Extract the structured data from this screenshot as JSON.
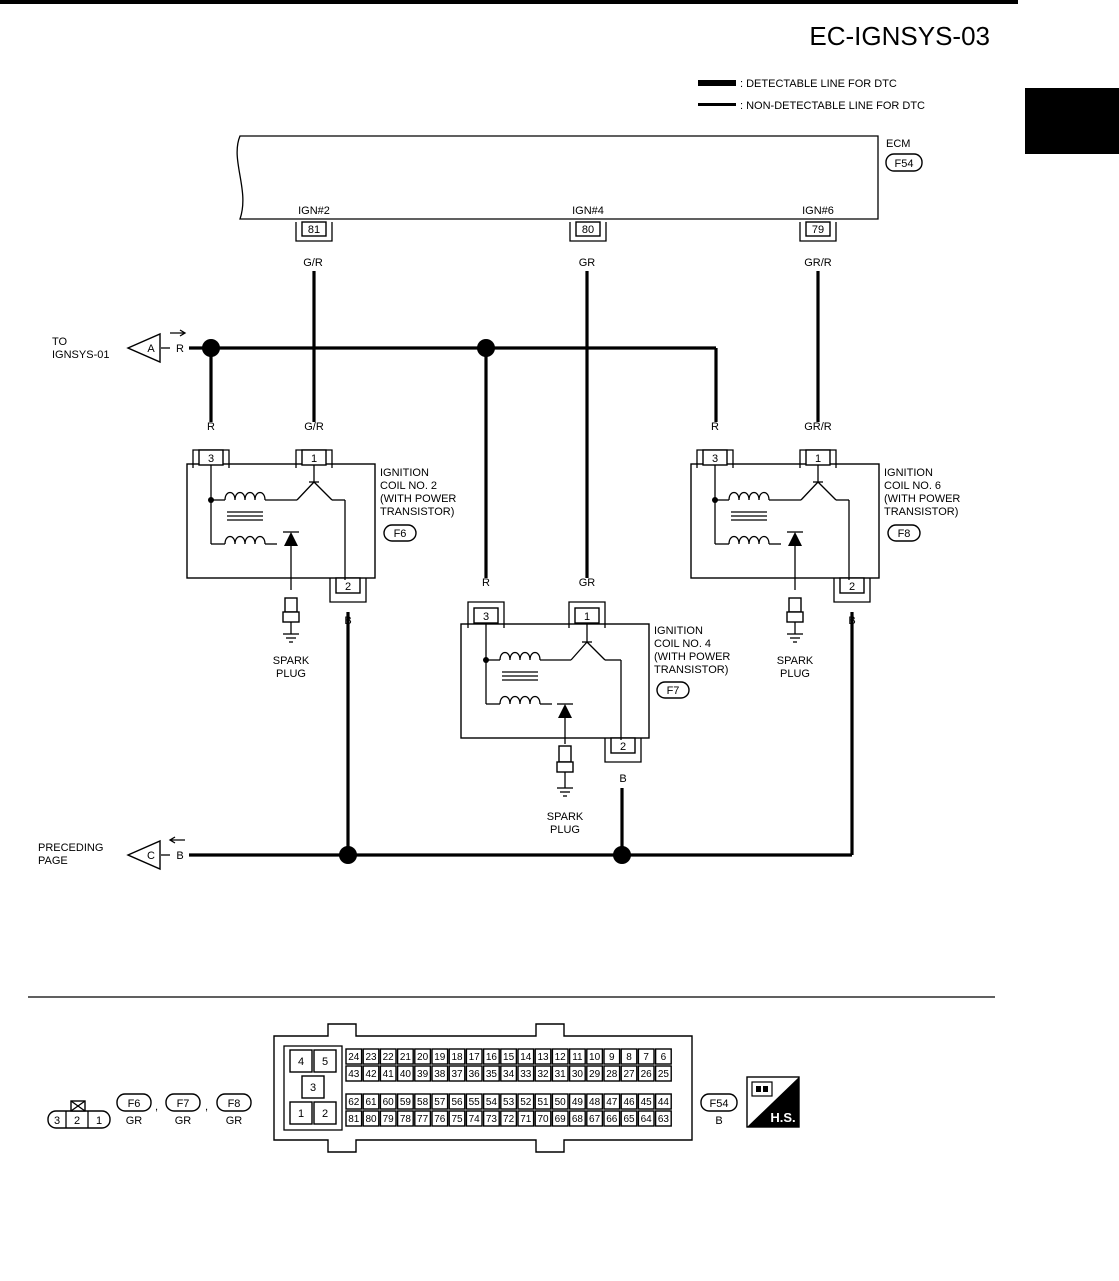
{
  "page": {
    "code": "EC-IGNSYS-03"
  },
  "legend": {
    "detectable": ": DETECTABLE LINE FOR DTC",
    "non_detectable": ": NON-DETECTABLE LINE FOR DTC"
  },
  "ecm": {
    "label": "ECM",
    "connector": "F54",
    "pins": [
      {
        "signal": "IGN#2",
        "pin": "81",
        "wire_color": "G/R"
      },
      {
        "signal": "IGN#4",
        "pin": "80",
        "wire_color": "GR"
      },
      {
        "signal": "IGN#6",
        "pin": "79",
        "wire_color": "GR/R"
      }
    ]
  },
  "offpage": {
    "a": {
      "letter": "A",
      "wire_color": "R",
      "text_line1": "TO",
      "text_line2": "IGNSYS-01"
    },
    "c": {
      "letter": "C",
      "wire_color": "B",
      "text_line1": "PRECEDING",
      "text_line2": "PAGE"
    }
  },
  "coils": [
    {
      "line1": "IGNITION",
      "line2": "COIL NO. 2",
      "line3": "(WITH POWER",
      "line4": "TRANSISTOR)",
      "connector": "F6",
      "pin3": "3",
      "pin1": "1",
      "pin2": "2",
      "wire3": "R",
      "wire1": "G/R",
      "wire2": "B"
    },
    {
      "line1": "IGNITION",
      "line2": "COIL NO. 4",
      "line3": "(WITH POWER",
      "line4": "TRANSISTOR)",
      "connector": "F7",
      "pin3": "3",
      "pin1": "1",
      "pin2": "2",
      "wire3": "R",
      "wire1": "GR",
      "wire2": "B"
    },
    {
      "line1": "IGNITION",
      "line2": "COIL NO. 6",
      "line3": "(WITH POWER",
      "line4": "TRANSISTOR)",
      "connector": "F8",
      "pin3": "3",
      "pin1": "1",
      "pin2": "2",
      "wire3": "R",
      "wire1": "GR/R",
      "wire2": "B"
    }
  ],
  "spark_plug": {
    "line1": "SPARK",
    "line2": "PLUG"
  },
  "connectors_footer": {
    "coil_pins": [
      "3",
      "2",
      "1"
    ],
    "coil_connectors": [
      {
        "id": "F6",
        "color": "GR"
      },
      {
        "id": "F7",
        "color": "GR"
      },
      {
        "id": "F8",
        "color": "GR"
      }
    ],
    "separator": ",",
    "ecm_connector": {
      "id": "F54",
      "color": "B"
    },
    "ecm_left_pins": [
      "4",
      "5",
      "3",
      "1",
      "2"
    ],
    "ecm_rows": [
      [
        "24",
        "23",
        "22",
        "21",
        "20",
        "19",
        "18",
        "17",
        "16",
        "15",
        "14",
        "13",
        "12",
        "11",
        "10",
        "9",
        "8",
        "7",
        "6"
      ],
      [
        "43",
        "42",
        "41",
        "40",
        "39",
        "38",
        "37",
        "36",
        "35",
        "34",
        "33",
        "32",
        "31",
        "30",
        "29",
        "28",
        "27",
        "26",
        "25"
      ],
      [
        "62",
        "61",
        "60",
        "59",
        "58",
        "57",
        "56",
        "55",
        "54",
        "53",
        "52",
        "51",
        "50",
        "49",
        "48",
        "47",
        "46",
        "45",
        "44"
      ],
      [
        "81",
        "80",
        "79",
        "78",
        "77",
        "76",
        "75",
        "74",
        "73",
        "72",
        "71",
        "70",
        "69",
        "68",
        "67",
        "66",
        "65",
        "64",
        "63"
      ]
    ],
    "hs_label": "H.S."
  }
}
